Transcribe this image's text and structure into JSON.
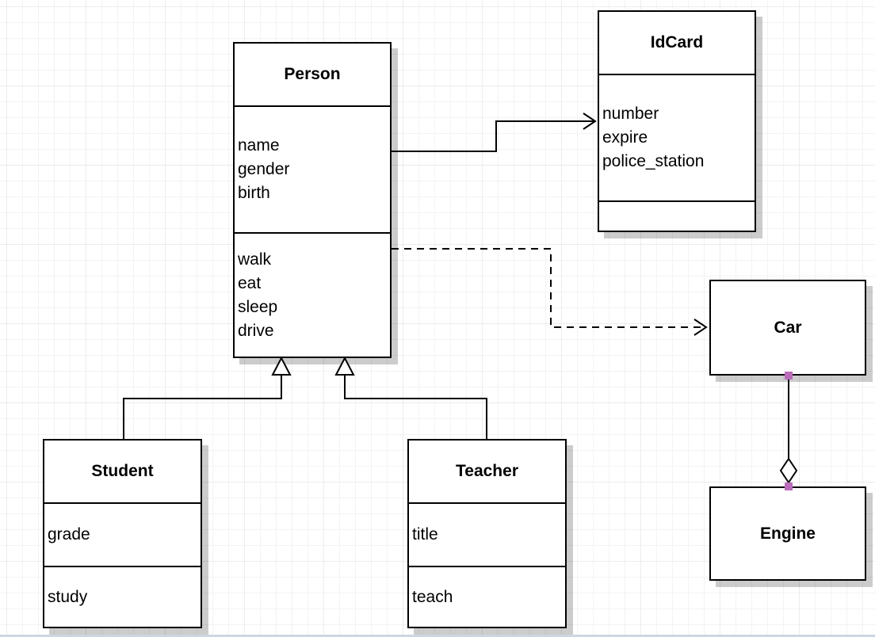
{
  "diagram": {
    "type": "uml-class-diagram",
    "classes": {
      "person": {
        "name": "Person",
        "attributes": [
          "name",
          "gender",
          "birth"
        ],
        "methods": [
          "walk",
          "eat",
          "sleep",
          "drive"
        ]
      },
      "idcard": {
        "name": "IdCard",
        "attributes": [
          "number",
          "expire",
          "police_station"
        ],
        "methods": []
      },
      "student": {
        "name": "Student",
        "attributes": [
          "grade"
        ],
        "methods": [
          "study"
        ]
      },
      "teacher": {
        "name": "Teacher",
        "attributes": [
          "title"
        ],
        "methods": [
          "teach"
        ]
      },
      "car": {
        "name": "Car"
      },
      "engine": {
        "name": "Engine"
      }
    },
    "relationships": [
      {
        "type": "association",
        "from": "Person",
        "to": "IdCard",
        "line": "solid",
        "arrowhead": "open"
      },
      {
        "type": "dependency",
        "from": "Person",
        "to": "Car",
        "line": "dashed",
        "arrowhead": "open"
      },
      {
        "type": "generalization",
        "from": "Student",
        "to": "Person",
        "line": "solid",
        "arrowhead": "hollow-triangle"
      },
      {
        "type": "generalization",
        "from": "Teacher",
        "to": "Person",
        "line": "solid",
        "arrowhead": "hollow-triangle"
      },
      {
        "type": "aggregation",
        "from": "Car",
        "to": "Engine",
        "line": "solid",
        "arrowhead": "hollow-diamond"
      }
    ],
    "colors": {
      "stroke": "#000000",
      "fill": "#ffffff",
      "endpoint_handle": "#ba6cba",
      "grid_line": "#f3f3f3",
      "shadow": "#c9c9c9",
      "canvas_edge": "#cdd6e2"
    }
  }
}
